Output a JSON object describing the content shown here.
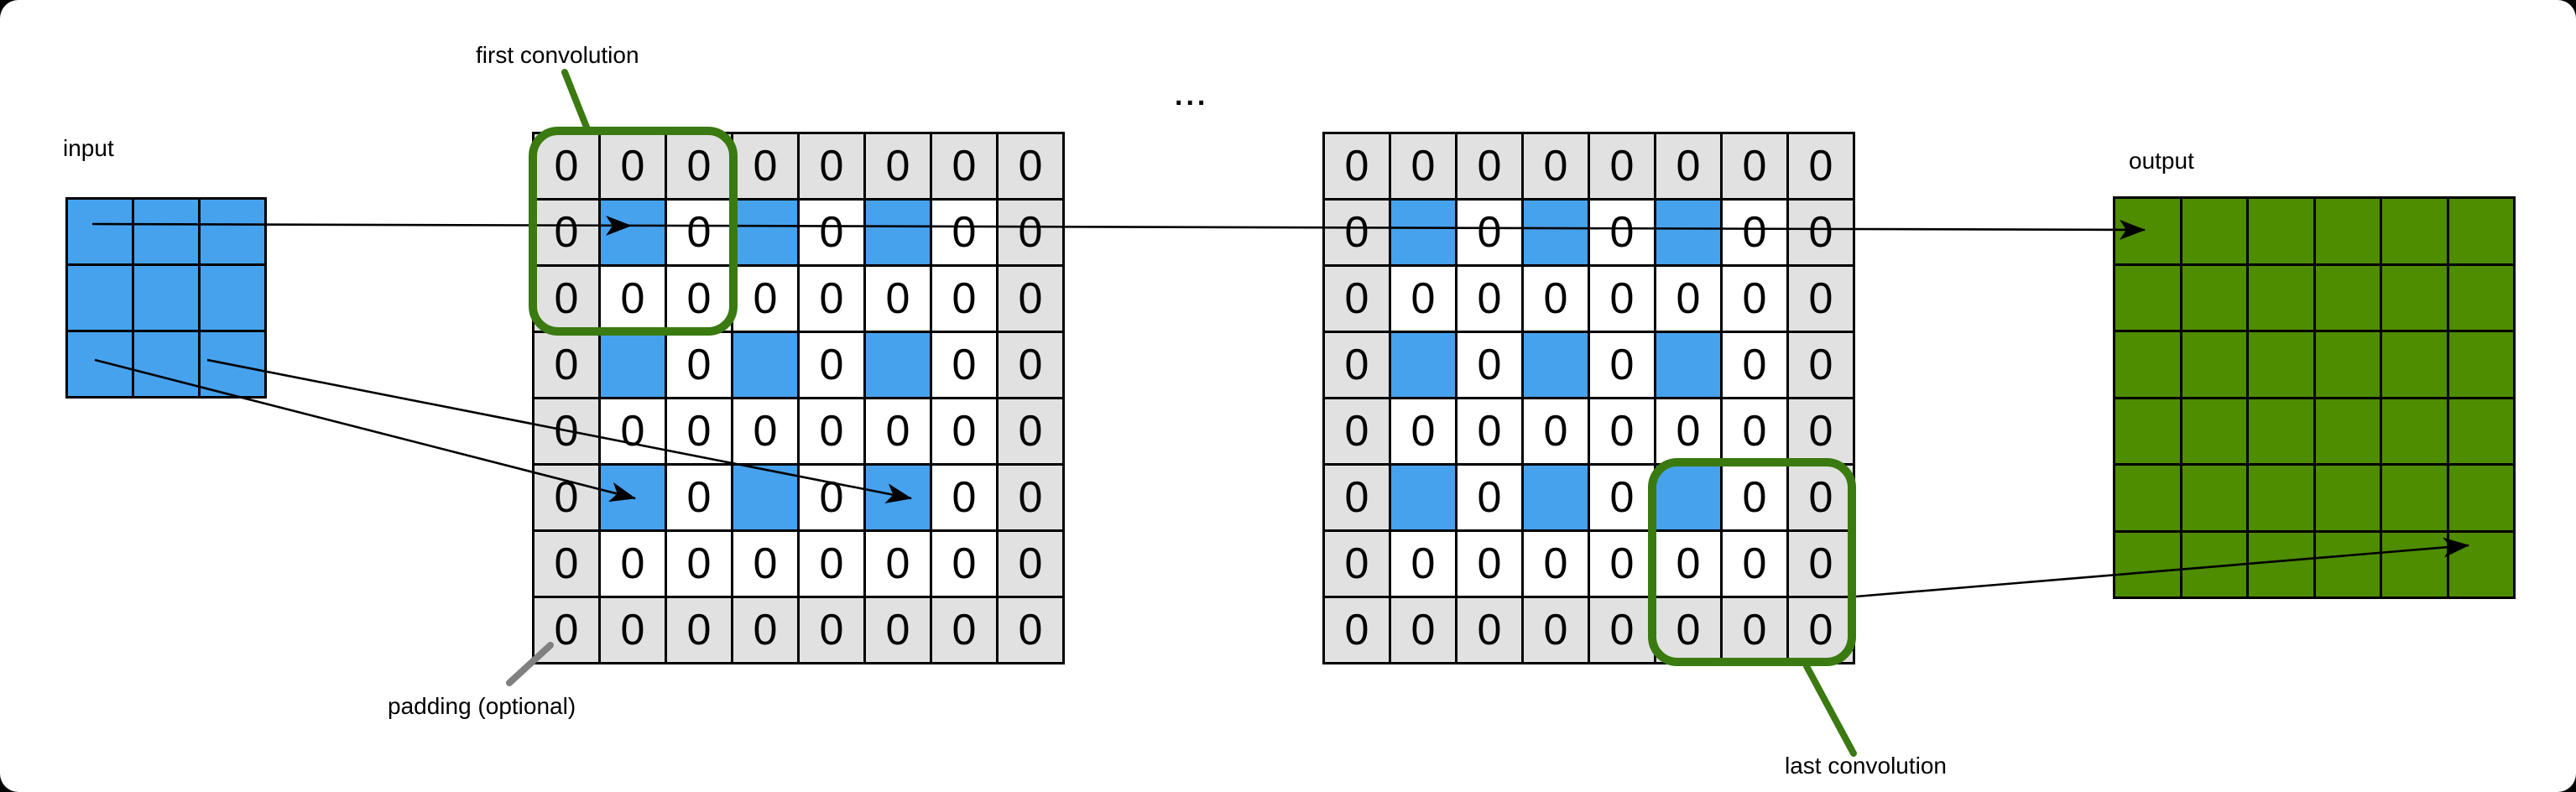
{
  "labels": {
    "input": "input",
    "output": "output",
    "first_convolution": "first convolution",
    "last_convolution": "last convolution",
    "padding": "padding (optional)",
    "ellipsis": "..."
  },
  "cell_zero_text": "0",
  "colors": {
    "input_cell_blue": "#47A2EE",
    "zero_cell_white": "#FFFFFF",
    "padding_cell_gray": "#E1E1E1",
    "output_cell_green": "#4E8C00",
    "conv_window_green": "#3A7A10",
    "padding_leader_gray": "#808080",
    "grid_line_black": "#000000"
  },
  "grids": {
    "input": {
      "rows": 3,
      "cols": 3,
      "cells": [
        [
          "b",
          "b",
          "b"
        ],
        [
          "b",
          "b",
          "b"
        ],
        [
          "b",
          "b",
          "b"
        ]
      ]
    },
    "hidden1": {
      "rows": 8,
      "cols": 8,
      "cells": [
        [
          "p",
          "p",
          "p",
          "p",
          "p",
          "p",
          "p",
          "p"
        ],
        [
          "p",
          "b",
          "z",
          "b",
          "z",
          "b",
          "z",
          "p"
        ],
        [
          "p",
          "z",
          "z",
          "z",
          "z",
          "z",
          "z",
          "p"
        ],
        [
          "p",
          "b",
          "z",
          "b",
          "z",
          "b",
          "z",
          "p"
        ],
        [
          "p",
          "z",
          "z",
          "z",
          "z",
          "z",
          "z",
          "p"
        ],
        [
          "p",
          "b",
          "z",
          "b",
          "z",
          "b",
          "z",
          "p"
        ],
        [
          "p",
          "z",
          "z",
          "z",
          "z",
          "z",
          "z",
          "p"
        ],
        [
          "p",
          "p",
          "p",
          "p",
          "p",
          "p",
          "p",
          "p"
        ]
      ]
    },
    "hidden2": {
      "rows": 8,
      "cols": 8,
      "cells": [
        [
          "p",
          "p",
          "p",
          "p",
          "p",
          "p",
          "p",
          "p"
        ],
        [
          "p",
          "b",
          "z",
          "b",
          "z",
          "b",
          "z",
          "p"
        ],
        [
          "p",
          "z",
          "z",
          "z",
          "z",
          "z",
          "z",
          "p"
        ],
        [
          "p",
          "b",
          "z",
          "b",
          "z",
          "b",
          "z",
          "p"
        ],
        [
          "p",
          "z",
          "z",
          "z",
          "z",
          "z",
          "z",
          "p"
        ],
        [
          "p",
          "b",
          "z",
          "b",
          "z",
          "b",
          "z",
          "p"
        ],
        [
          "p",
          "z",
          "z",
          "z",
          "z",
          "z",
          "z",
          "p"
        ],
        [
          "p",
          "p",
          "p",
          "p",
          "p",
          "p",
          "p",
          "p"
        ]
      ]
    },
    "output": {
      "rows": 6,
      "cols": 6,
      "cells": [
        [
          "o",
          "o",
          "o",
          "o",
          "o",
          "o"
        ],
        [
          "o",
          "o",
          "o",
          "o",
          "o",
          "o"
        ],
        [
          "o",
          "o",
          "o",
          "o",
          "o",
          "o"
        ],
        [
          "o",
          "o",
          "o",
          "o",
          "o",
          "o"
        ],
        [
          "o",
          "o",
          "o",
          "o",
          "o",
          "o"
        ],
        [
          "o",
          "o",
          "o",
          "o",
          "o",
          "o"
        ]
      ]
    }
  }
}
